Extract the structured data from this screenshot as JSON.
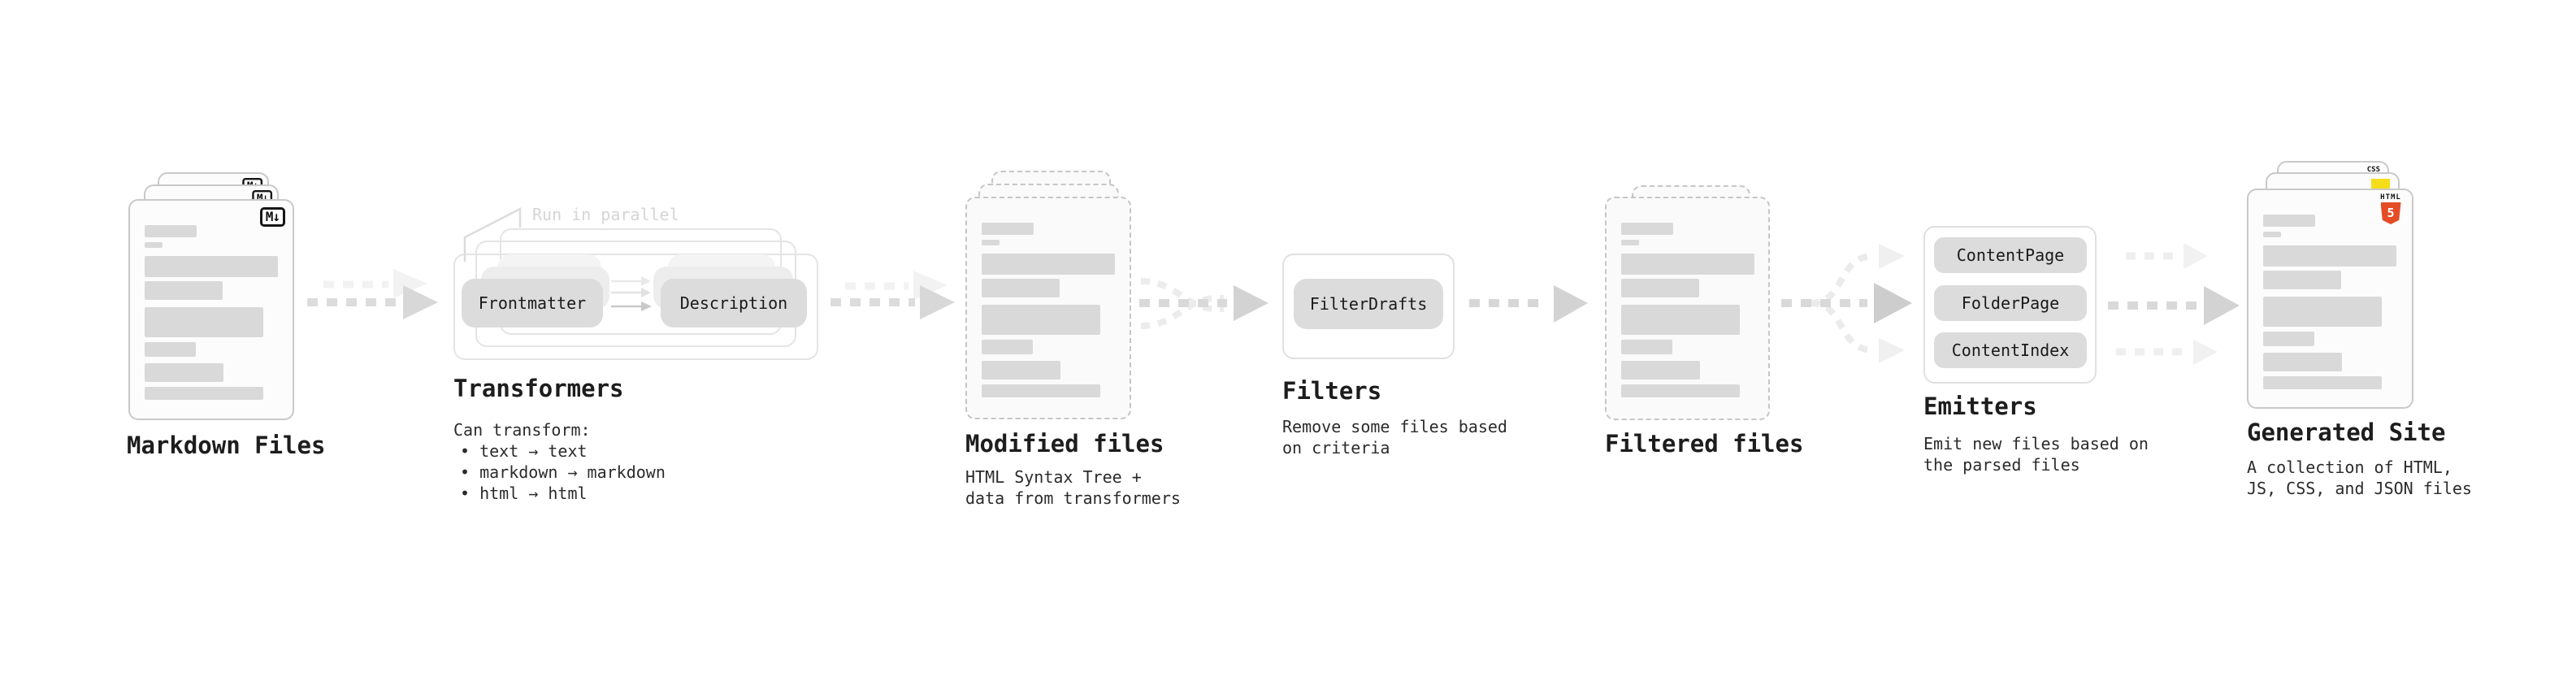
{
  "diagram": {
    "colors": {
      "html5_shield": "#e44d26",
      "js_badge": "#f5de19",
      "css_accent": "#2962ff",
      "skeleton_bar": "#d9d9d9",
      "pill_bg": "#dcdcdc"
    },
    "stages": {
      "markdown": {
        "title": "Markdown Files",
        "badge": "M↓"
      },
      "transformers": {
        "title": "Transformers",
        "parallel_note": "Run in parallel",
        "pill_left": "Frontmatter",
        "pill_right": "Description",
        "caption": "Can transform:",
        "bullets": [
          "• text → text",
          "• markdown → markdown",
          "• html → html"
        ]
      },
      "modified": {
        "title": "Modified files",
        "desc1": "HTML Syntax Tree +",
        "desc2": "data from transformers"
      },
      "filters": {
        "title": "Filters",
        "pill": "FilterDrafts",
        "desc1": "Remove some files based",
        "desc2": "on criteria"
      },
      "filtered": {
        "title": "Filtered files"
      },
      "emitters": {
        "title": "Emitters",
        "pills": [
          "ContentPage",
          "FolderPage",
          "ContentIndex"
        ],
        "desc1": "Emit new files based on",
        "desc2": "the parsed files"
      },
      "generated": {
        "title": "Generated Site",
        "desc1": "A collection of HTML,",
        "desc2": "JS, CSS, and JSON files",
        "badges": {
          "css": "CSS",
          "html_label": "HTML",
          "html_number": "5"
        }
      }
    }
  }
}
